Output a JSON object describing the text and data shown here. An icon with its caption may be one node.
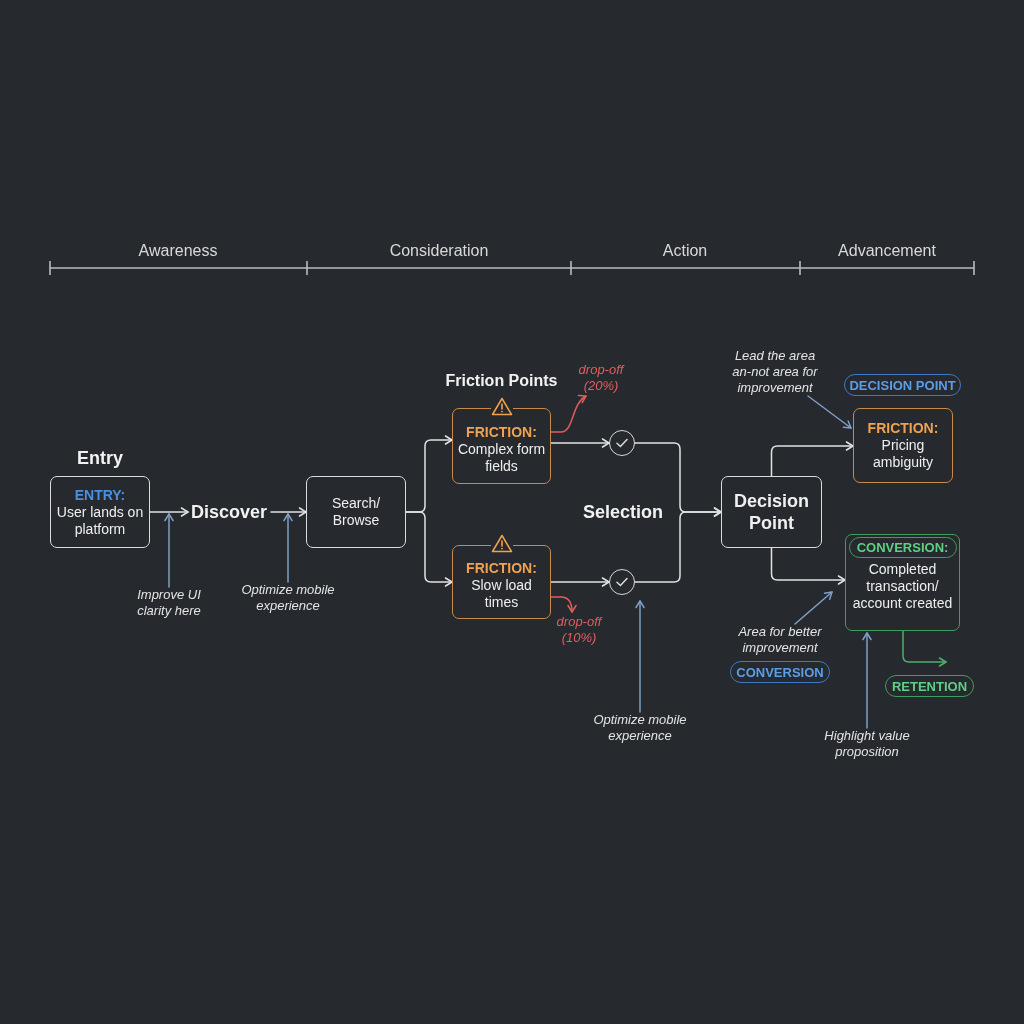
{
  "diagram": {
    "nodes": [
      {
        "text": [
          "Entry",
          "ENTRY:",
          "User lands on platform"
        ]
      },
      {
        "text": [
          "Discover"
        ]
      },
      {
        "text": [
          "Search/ Browse"
        ]
      },
      {
        "text": [
          "Friction Points",
          "FRICTION:",
          "Complex form fields"
        ]
      },
      {
        "text": [
          "drop-off (20%)"
        ]
      },
      {
        "text": [
          "FRICTION:",
          "Slow load times"
        ]
      },
      {
        "text": [
          "drop-off (10%)"
        ]
      },
      {
        "text": [],
        "shape": "circle"
      },
      {
        "text": [],
        "shape": "circle"
      },
      {
        "text": [
          "Decision Point"
        ]
      },
      {
        "text": [
          "Lead the area an-not area for improvement"
        ]
      },
      {
        "text": [
          "DECISION POINT"
        ]
      },
      {
        "text": [
          "FRICTION:",
          "Pricing ambiguity"
        ]
      },
      {
        "text": [
          "Completed transaction/ account created"
        ]
      },
      {
        "text": [
          "CONVERSION:"
        ],
        "in": 13
      },
      {
        "text": [
          "Area for better improvement"
        ]
      },
      {
        "text": [
          "CONVERSION"
        ]
      },
      {
        "text": [
          "RETENTION"
        ]
      },
      {
        "text": [
          "Improve UI clarity here"
        ]
      },
      {
        "text": [
          "Optimize mobile experience"
        ]
      },
      {
        "text": [
          "Optimize mobile experience"
        ]
      },
      {
        "text": [
          "Highlight value proposition"
        ]
      }
    ],
    "edges": [
      {
        "from": 0,
        "to": 1,
        "arrow": "to"
      },
      {
        "from": 1,
        "to": 2,
        "arrow": "to"
      },
      {
        "from": 2,
        "to": 3,
        "arrow": "to"
      },
      {
        "from": 2,
        "to": 5,
        "arrow": "to"
      },
      {
        "from": 3,
        "to": 4,
        "arrow": "to",
        "color": "#e35d5d"
      },
      {
        "from": 5,
        "to": 6,
        "arrow": "to",
        "color": "#e35d5d"
      },
      {
        "from": 3,
        "to": 7,
        "arrow": "to"
      },
      {
        "from": 5,
        "to": 8,
        "arrow": "to"
      },
      {
        "from": 7,
        "to": 9,
        "arrow": "to"
      },
      {
        "from": 8,
        "to": 9,
        "arrow": "to"
      },
      {
        "from": 9,
        "to": 12,
        "arrow": "to"
      },
      {
        "from": 9,
        "to": 13,
        "arrow": "to"
      },
      {
        "from": 13,
        "to": 17,
        "arrow": "to",
        "color": "#4caf6e"
      },
      {
        "from": 18,
        "to": 1,
        "arrow": "to",
        "color": "#7f9fc4"
      },
      {
        "from": 19,
        "to": 1,
        "arrow": "to",
        "color": "#7f9fc4"
      },
      {
        "from": 20,
        "to": 8,
        "arrow": "to",
        "color": "#7f9fc4"
      },
      {
        "from": 10,
        "to": 12,
        "arrow": "to",
        "color": "#7f9fc4"
      },
      {
        "from": 15,
        "to": 13,
        "arrow": "to",
        "color": "#7f9fc4"
      },
      {
        "from": 21,
        "to": 13,
        "arrow": "to",
        "color": "#7f9fc4"
      }
    ],
    "labels": [
      "Awareness",
      "Consideration",
      "Action",
      "Advancement",
      "Selection"
    ]
  }
}
